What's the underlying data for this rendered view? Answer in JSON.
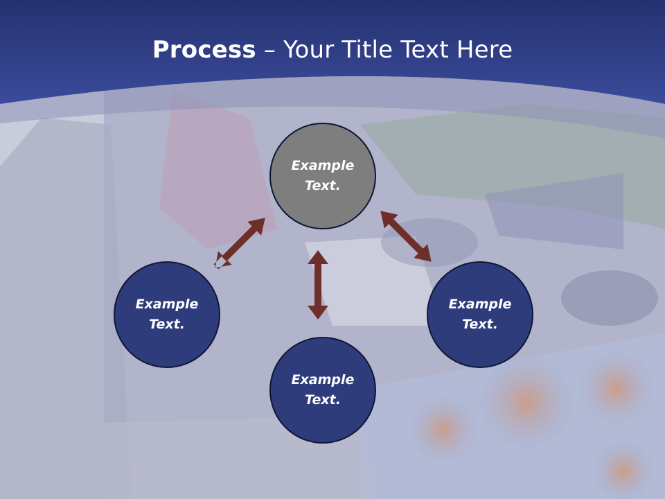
{
  "slide": {
    "title_bold": "Process",
    "title_rest": " – Your Title Text Here",
    "colors": {
      "header_top": "#263372",
      "header_bottom": "#3a4a9a",
      "node_blue": "#2f3c7c",
      "node_gray": "#7e7e7e",
      "arrow": "#6e2e2a"
    }
  },
  "diagram": {
    "nodes": [
      {
        "id": "top",
        "label": "Example\nText."
      },
      {
        "id": "left",
        "label": "Example\nText."
      },
      {
        "id": "bottom",
        "label": "Example\nText."
      },
      {
        "id": "right",
        "label": "Example\nText."
      }
    ]
  }
}
